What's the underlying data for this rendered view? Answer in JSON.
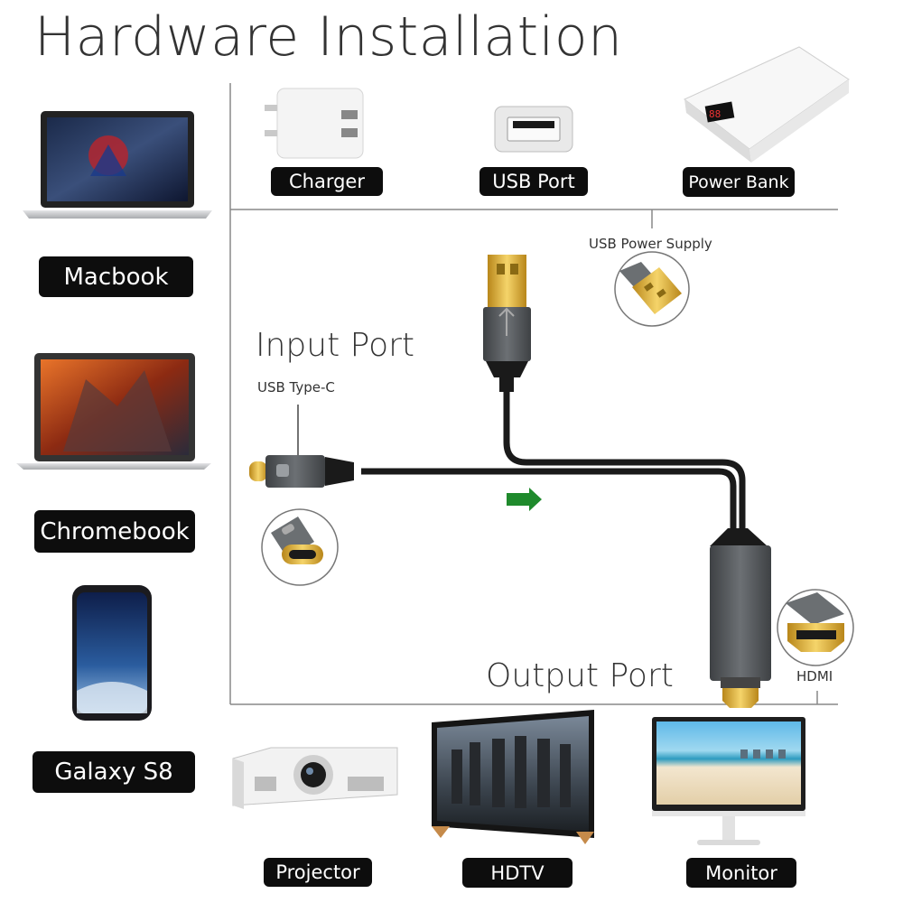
{
  "title": "Hardware Installation",
  "devices_left": [
    {
      "label": "Macbook"
    },
    {
      "label": "Chromebook"
    },
    {
      "label": "Galaxy S8"
    }
  ],
  "power_sources": [
    {
      "label": "Charger"
    },
    {
      "label": "USB Port"
    },
    {
      "label": "Power Bank"
    }
  ],
  "usb_power_supply_label": "USB Power Supply",
  "input_port": {
    "heading": "Input Port",
    "connector": "USB Type-C"
  },
  "output_port": {
    "heading": "Output Port",
    "connector": "HDMI"
  },
  "displays": [
    {
      "label": "Projector"
    },
    {
      "label": "HDTV"
    },
    {
      "label": "Monitor"
    }
  ],
  "power_bank_display": "88",
  "colors": {
    "label_bg": "#0d0d0d",
    "arrow": "#1f8a2c",
    "gold": "#d9a72a",
    "cable": "#1a1a1a",
    "housing": "#5a5d60"
  }
}
